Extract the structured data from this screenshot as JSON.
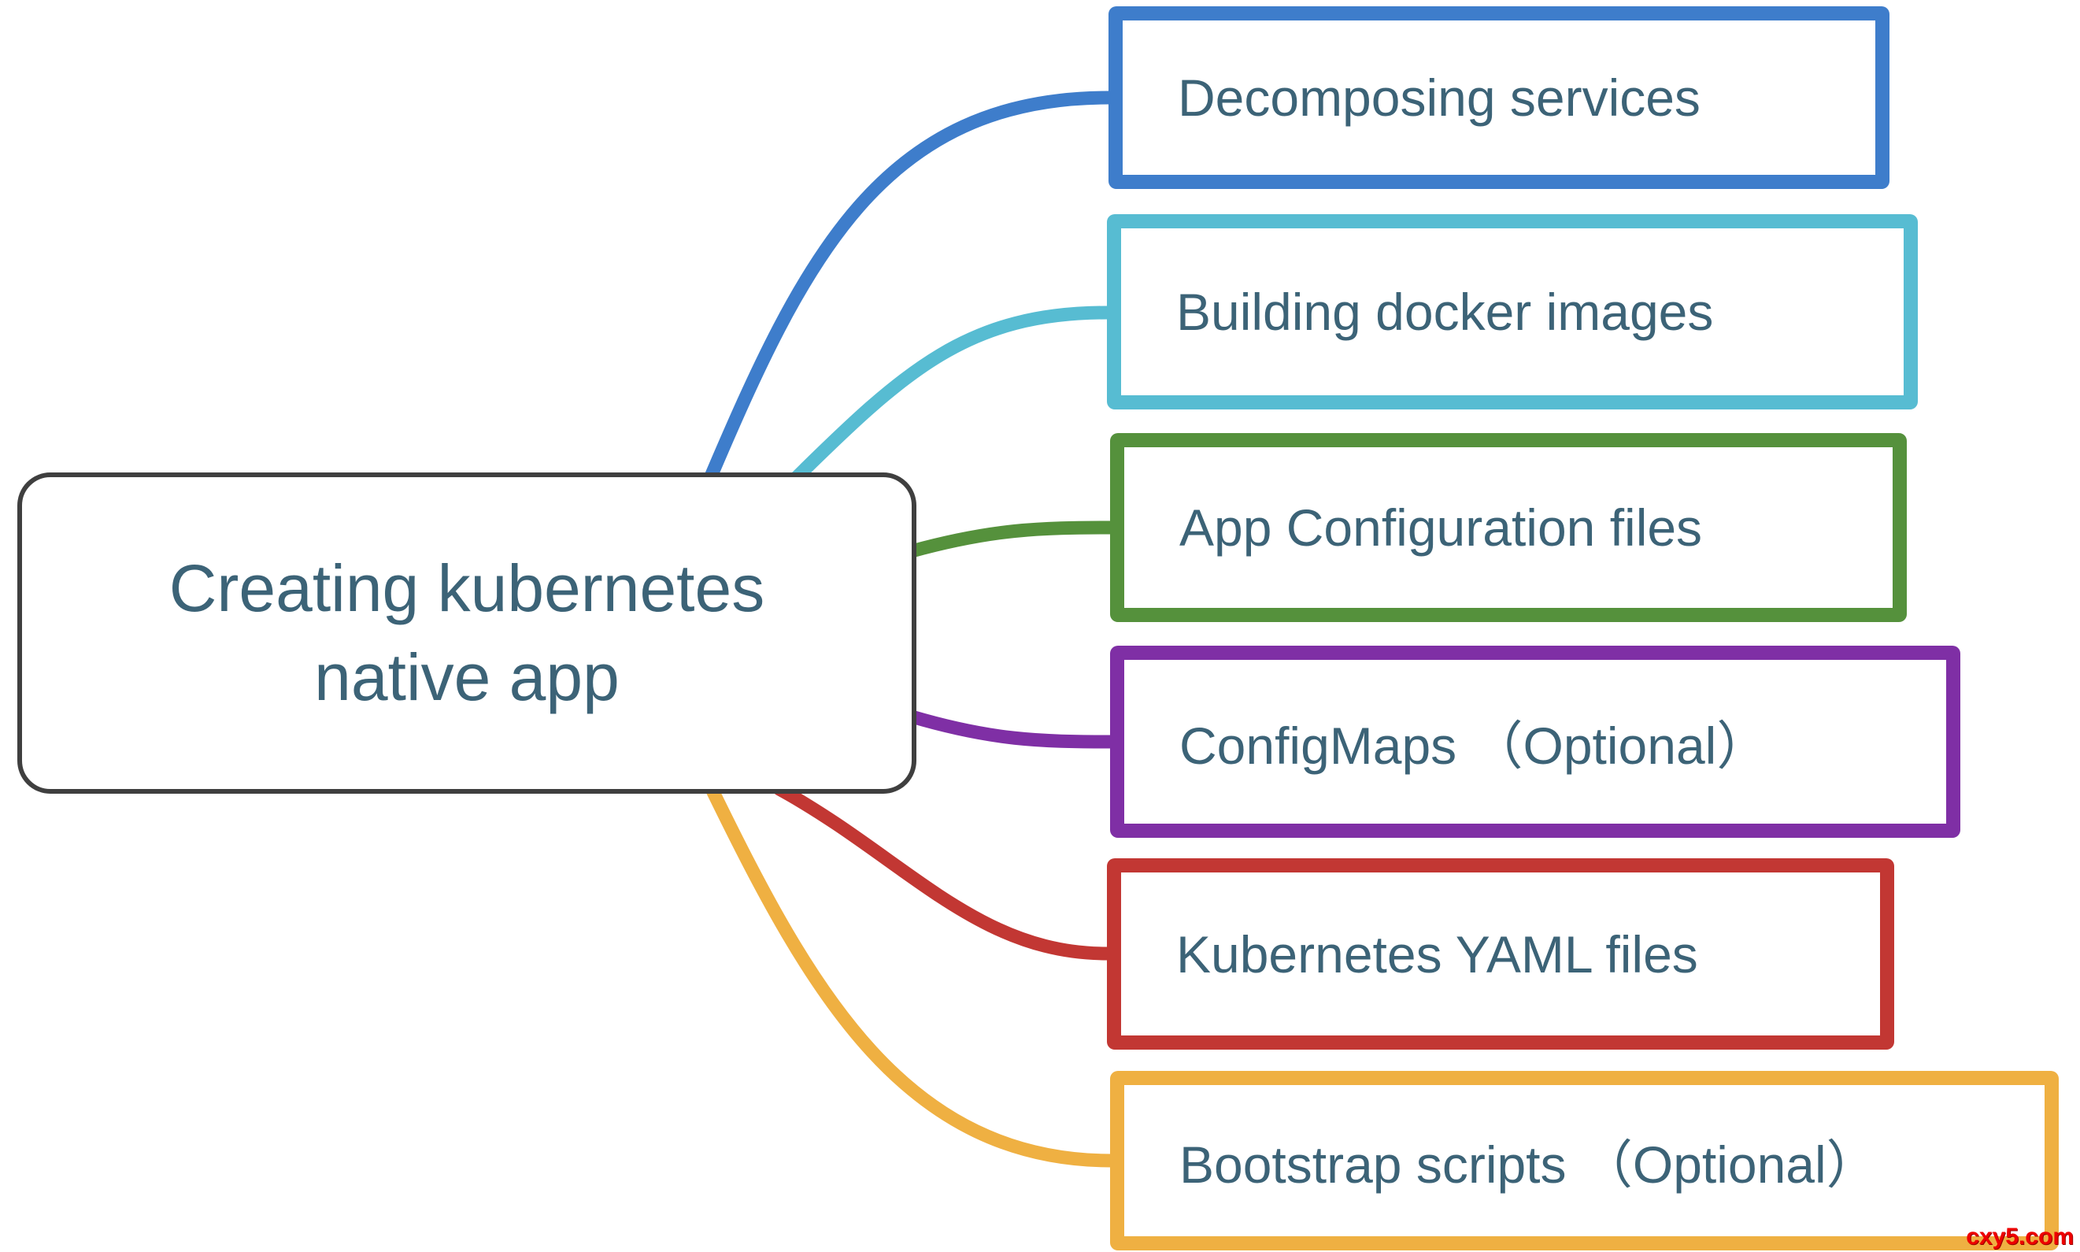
{
  "diagram": {
    "root": {
      "label_line1": "Creating kubernetes",
      "label_line2": "native app",
      "border_color": "#3f3f3f",
      "text_color": "#3c6377"
    },
    "nodes": [
      {
        "label": "Decomposing services",
        "color": "#3e7dcb"
      },
      {
        "label": "Building docker images",
        "color": "#57bcd2"
      },
      {
        "label": "App Configuration files",
        "color": "#55913c"
      },
      {
        "label": "ConfigMaps （Optional）",
        "color": "#7f2fa5"
      },
      {
        "label": "Kubernetes YAML files",
        "color": "#c23733"
      },
      {
        "label": "Bootstrap scripts （Optional）",
        "color": "#efb042"
      }
    ],
    "watermark": "cxy5.com"
  }
}
